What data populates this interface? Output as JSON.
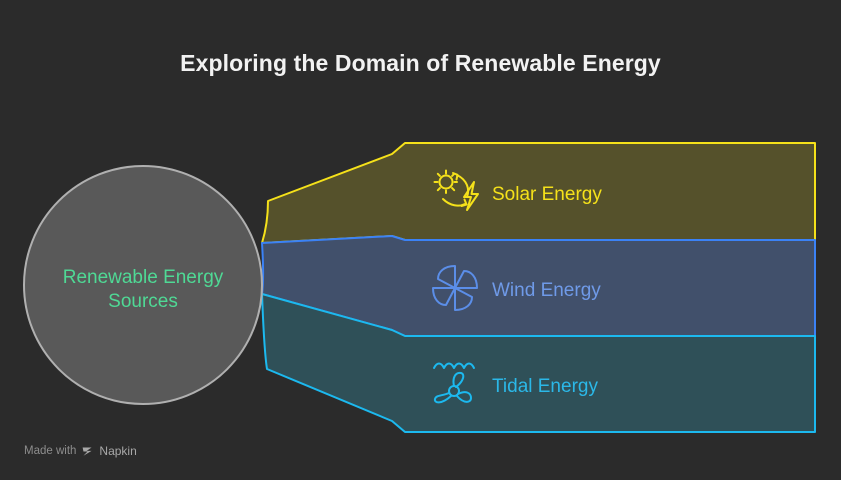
{
  "title": "Exploring the Domain of Renewable Energy",
  "hub": {
    "label_line1": "Renewable Energy",
    "label_line2": "Sources",
    "fill": "#595959",
    "stroke": "#b0b0b0",
    "text_color": "#4fd995"
  },
  "branches": [
    {
      "id": "solar",
      "label": "Solar Energy",
      "icon": "solar-energy-icon",
      "fill": "#55512b",
      "stroke": "#f5e11a",
      "text_color": "#f5e11a"
    },
    {
      "id": "wind",
      "label": "Wind Energy",
      "icon": "wind-energy-icon",
      "fill": "#41506b",
      "stroke": "#3b82f6",
      "text_color": "#6f9ae8"
    },
    {
      "id": "tidal",
      "label": "Tidal Energy",
      "icon": "tidal-energy-icon",
      "fill": "#2f5058",
      "stroke": "#1cb9ef",
      "text_color": "#2bb8e8"
    }
  ],
  "footer": {
    "made_with": "Made with",
    "brand": "Napkin",
    "logo_icon": "napkin-logo-icon"
  },
  "canvas": {
    "background": "#2b2b2b"
  }
}
